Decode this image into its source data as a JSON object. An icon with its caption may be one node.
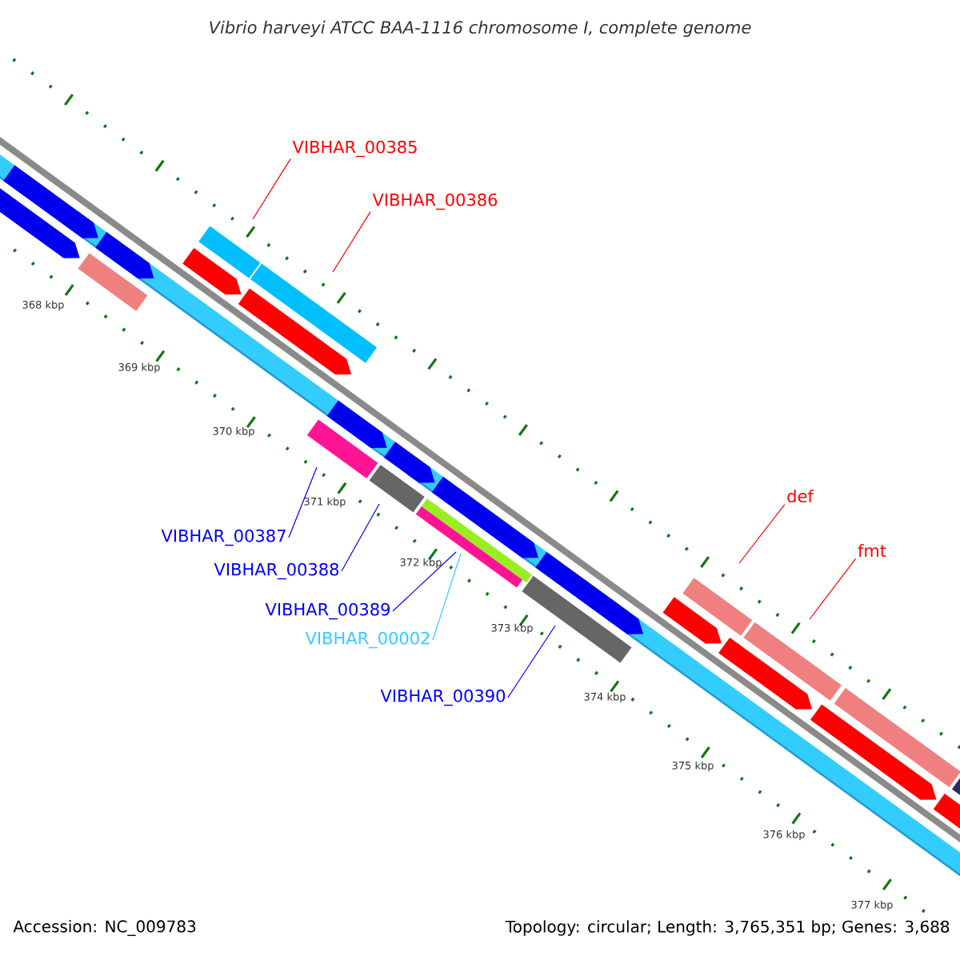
{
  "diagram": {
    "title": "Vibrio harveyi ATCC BAA-1116 chromosome I, complete genome",
    "nodes": [
      {
        "text": [
          "VIBHAR_00385"
        ]
      },
      {
        "text": [
          "VIBHAR_00386"
        ]
      },
      {
        "text": [
          "VIBHAR_00387"
        ]
      },
      {
        "text": [
          "VIBHAR_00388"
        ]
      },
      {
        "text": [
          "VIBHAR_00389"
        ]
      },
      {
        "text": [
          "VIBHAR_00002"
        ]
      },
      {
        "text": [
          "VIBHAR_00390"
        ]
      },
      {
        "text": [
          "def"
        ]
      },
      {
        "text": [
          "fmt"
        ]
      }
    ],
    "edges": [
      {
        "from": 0,
        "to": null,
        "arrow": "none",
        "color": "#ff0000"
      },
      {
        "from": 1,
        "to": null,
        "arrow": "none",
        "color": "#ff0000"
      },
      {
        "from": 2,
        "to": null,
        "arrow": "none",
        "color": "#0000ff"
      },
      {
        "from": 3,
        "to": null,
        "arrow": "none",
        "color": "#0000ff"
      },
      {
        "from": 4,
        "to": null,
        "arrow": "none",
        "color": "#0000ff"
      },
      {
        "from": 5,
        "to": null,
        "arrow": "none",
        "color": "#33ccff"
      },
      {
        "from": 6,
        "to": null,
        "arrow": "none",
        "color": "#0000ff"
      },
      {
        "from": 7,
        "to": null,
        "arrow": "none",
        "color": "#ff0000"
      },
      {
        "from": 8,
        "to": null,
        "arrow": "none",
        "color": "#ff0000"
      }
    ],
    "labels": [
      "368 kbp",
      "369 kbp",
      "370 kbp",
      "371 kbp",
      "372 kbp",
      "373 kbp",
      "374 kbp",
      "375 kbp",
      "376 kbp",
      "377 kbp",
      "Accession: NC_009783",
      "Topology: circular; Length: 3,765,351 bp; Genes: 3,688"
    ]
  }
}
